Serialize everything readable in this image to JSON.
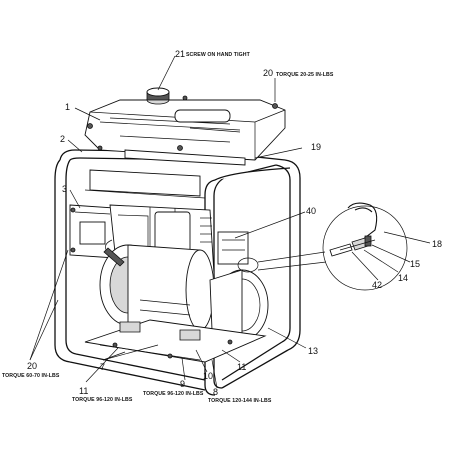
{
  "callouts": [
    {
      "id": "c21",
      "number": "21",
      "note": "SCREW ON HAND TIGHT"
    },
    {
      "id": "c20a",
      "number": "20",
      "note": "TORQUE 20-25 IN-LBS"
    },
    {
      "id": "c1",
      "number": "1",
      "note": ""
    },
    {
      "id": "c2",
      "number": "2",
      "note": ""
    },
    {
      "id": "c19",
      "number": "19",
      "note": ""
    },
    {
      "id": "c3",
      "number": "3",
      "note": ""
    },
    {
      "id": "c40",
      "number": "40",
      "note": ""
    },
    {
      "id": "c18",
      "number": "18",
      "note": ""
    },
    {
      "id": "c15",
      "number": "15",
      "note": ""
    },
    {
      "id": "c14",
      "number": "14",
      "note": ""
    },
    {
      "id": "c42",
      "number": "42",
      "note": ""
    },
    {
      "id": "c13",
      "number": "13",
      "note": ""
    },
    {
      "id": "c20b",
      "number": "20",
      "note": "TORQUE 60-70 IN-LBS"
    },
    {
      "id": "c7",
      "number": "7",
      "note": ""
    },
    {
      "id": "c11a",
      "number": "11",
      "note": ""
    },
    {
      "id": "c11b",
      "number": "11",
      "note": "TORQUE 96-120 IN-LBS"
    },
    {
      "id": "c9",
      "number": "9",
      "note": "TORQUE 96-120 IN-LBS"
    },
    {
      "id": "c10",
      "number": "10",
      "note": ""
    },
    {
      "id": "c8",
      "number": "8",
      "note": "TORQUE 120-144 IN-LBS"
    }
  ]
}
